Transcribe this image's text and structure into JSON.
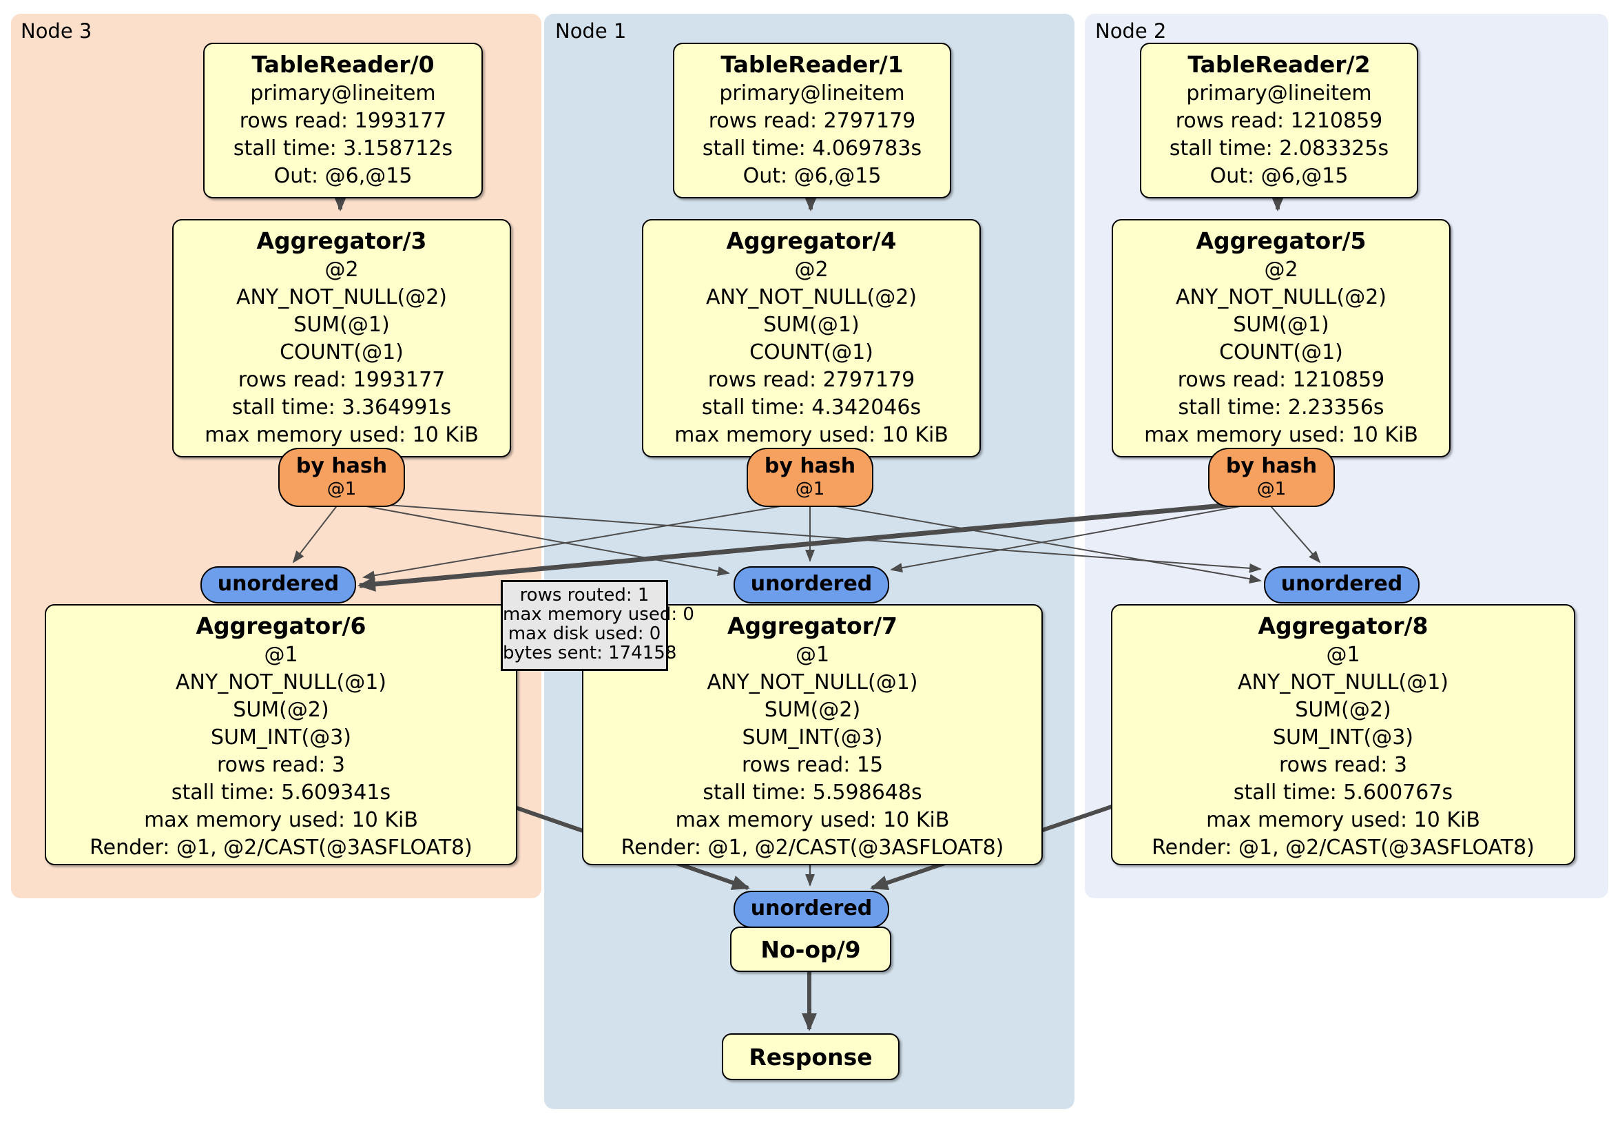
{
  "panels": {
    "node3": {
      "label": "Node 3"
    },
    "node1": {
      "label": "Node 1"
    },
    "node2": {
      "label": "Node 2"
    }
  },
  "p": {
    "tr0": {
      "title": "TableReader/0",
      "lines": [
        "primary@lineitem",
        "rows read: 1993177",
        "stall time: 3.158712s",
        "Out: @6,@15"
      ]
    },
    "tr1": {
      "title": "TableReader/1",
      "lines": [
        "primary@lineitem",
        "rows read: 2797179",
        "stall time: 4.069783s",
        "Out: @6,@15"
      ]
    },
    "tr2": {
      "title": "TableReader/2",
      "lines": [
        "primary@lineitem",
        "rows read: 1210859",
        "stall time: 2.083325s",
        "Out: @6,@15"
      ]
    },
    "agg3": {
      "title": "Aggregator/3",
      "lines": [
        "@2",
        "ANY_NOT_NULL(@2)",
        "SUM(@1)",
        "COUNT(@1)",
        "rows read: 1993177",
        "stall time: 3.364991s",
        "max memory used: 10 KiB"
      ]
    },
    "agg4": {
      "title": "Aggregator/4",
      "lines": [
        "@2",
        "ANY_NOT_NULL(@2)",
        "SUM(@1)",
        "COUNT(@1)",
        "rows read: 2797179",
        "stall time: 4.342046s",
        "max memory used: 10 KiB"
      ]
    },
    "agg5": {
      "title": "Aggregator/5",
      "lines": [
        "@2",
        "ANY_NOT_NULL(@2)",
        "SUM(@1)",
        "COUNT(@1)",
        "rows read: 1210859",
        "stall time: 2.23356s",
        "max memory used: 10 KiB"
      ]
    },
    "agg6": {
      "title": "Aggregator/6",
      "lines": [
        "@1",
        "ANY_NOT_NULL(@1)",
        "SUM(@2)",
        "SUM_INT(@3)",
        "rows read: 3",
        "stall time: 5.609341s",
        "max memory used: 10 KiB",
        "Render: @1, @2/CAST(@3ASFLOAT8)"
      ]
    },
    "agg7": {
      "title": "Aggregator/7",
      "lines": [
        "@1",
        "ANY_NOT_NULL(@1)",
        "SUM(@2)",
        "SUM_INT(@3)",
        "rows read: 15",
        "stall time: 5.598648s",
        "max memory used: 10 KiB",
        "Render: @1, @2/CAST(@3ASFLOAT8)"
      ]
    },
    "agg8": {
      "title": "Aggregator/8",
      "lines": [
        "@1",
        "ANY_NOT_NULL(@1)",
        "SUM(@2)",
        "SUM_INT(@3)",
        "rows read: 3",
        "stall time: 5.600767s",
        "max memory used: 10 KiB",
        "Render: @1, @2/CAST(@3ASFLOAT8)"
      ]
    },
    "noop": {
      "title": "No-op/9"
    },
    "response": {
      "title": "Response"
    }
  },
  "routers": {
    "by_hash_label": "by hash",
    "by_hash_tag": "@1",
    "unordered_label": "unordered"
  },
  "tooltip": {
    "lines": [
      "rows routed: 1",
      "max memory used: 0",
      "max disk used: 0",
      "bytes sent: 174158"
    ]
  },
  "colors": {
    "panel_node3": "#fbdfcb",
    "panel_node1": "#d3e1ec",
    "panel_node2": "#e9eef9",
    "processor_box": "#ffffcc",
    "hash_router": "#f7a161",
    "unordered_stream": "#6d9eeb",
    "edge": "#4c4c4c",
    "tooltip_bg": "#e7e7e7"
  }
}
